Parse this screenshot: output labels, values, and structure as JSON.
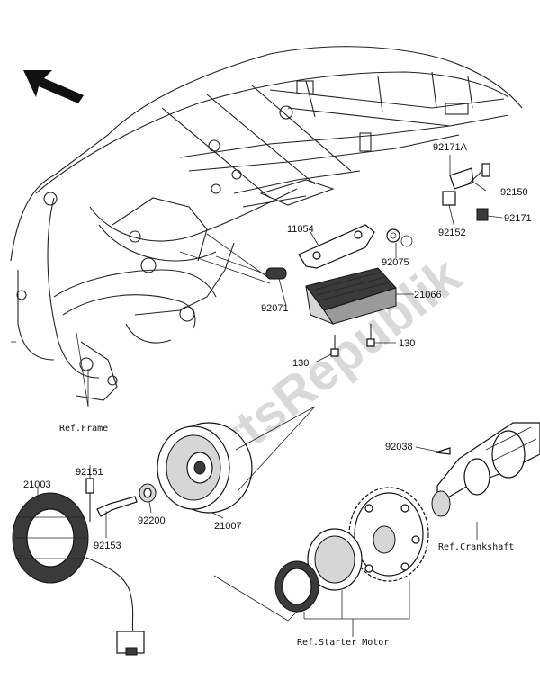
{
  "watermark": "PartsRepublik",
  "labels": {
    "p92171A": "92171A",
    "p92150": "92150",
    "p92152": "92152",
    "p92171": "92171",
    "p11054": "11054",
    "p92075": "92075",
    "p21066": "21066",
    "p92071": "92071",
    "p130a": "130",
    "p130b": "130",
    "p92038": "92038",
    "p21003": "21003",
    "p92151": "92151",
    "p92153": "92153",
    "p92200": "92200",
    "p21007": "21007"
  },
  "references": {
    "frame": "Ref.Frame",
    "crankshaft": "Ref.Crankshaft",
    "starter_motor": "Ref.Starter Motor"
  }
}
